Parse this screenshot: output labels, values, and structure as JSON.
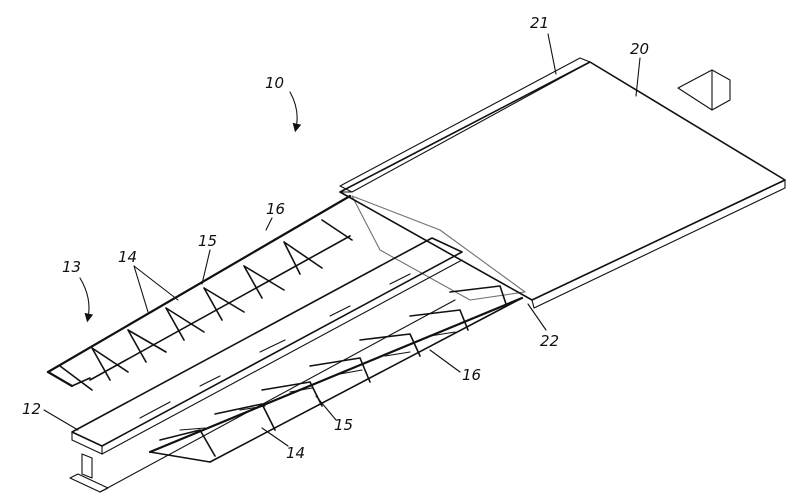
{
  "figure": {
    "labels": {
      "assembly": "10",
      "beam": "12",
      "truss": "13",
      "web_member": "14",
      "bent_portion": "15",
      "chord": "16",
      "slab": "20",
      "edge_upper": "21",
      "edge_lower": "22"
    }
  }
}
